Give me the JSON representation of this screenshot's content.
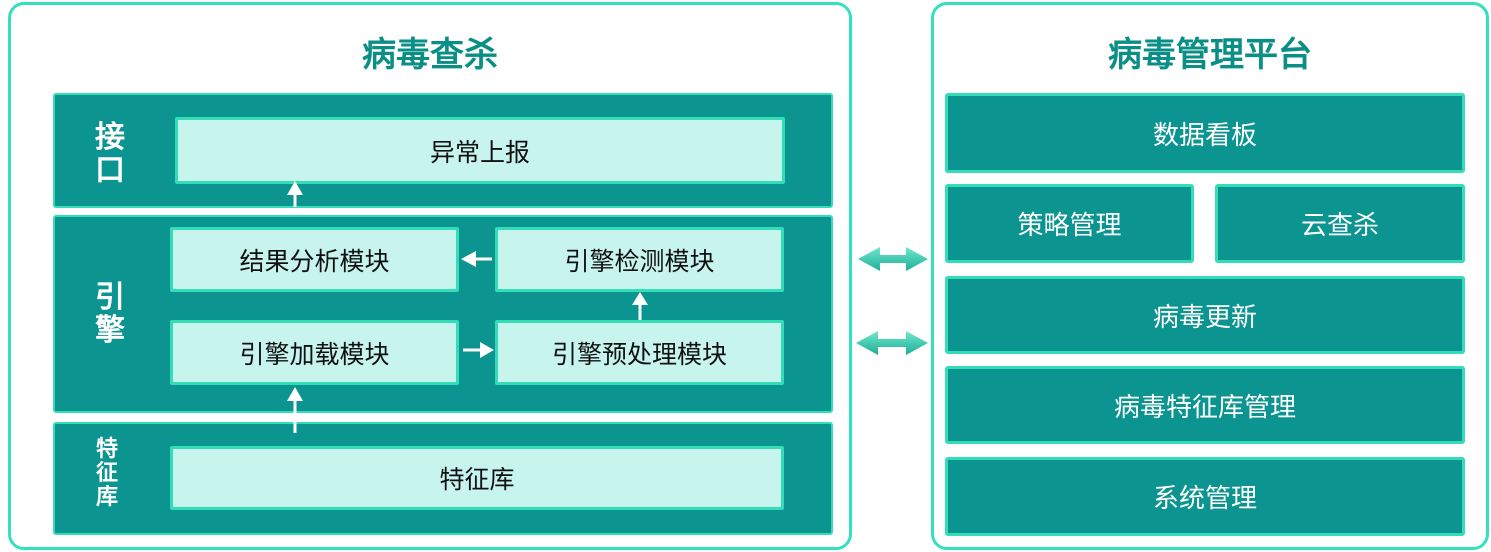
{
  "left": {
    "title": "病毒查杀",
    "interface": {
      "label": "接口",
      "box": "异常上报"
    },
    "engine": {
      "label": "引擎",
      "boxes": [
        "结果分析模块",
        "引擎检测模块",
        "引擎加载模块",
        "引擎预处理模块"
      ]
    },
    "sigdb": {
      "label": "特征库",
      "box": "特征库"
    }
  },
  "right": {
    "title": "病毒管理平台",
    "items": [
      "数据看板",
      "策略管理",
      "云查杀",
      "病毒更新",
      "病毒特征库管理",
      "系统管理"
    ]
  },
  "colors": {
    "accent": "#33e0bf",
    "block": "#0b9490",
    "light": "#c8f4ee",
    "title": "#0a8f86"
  }
}
